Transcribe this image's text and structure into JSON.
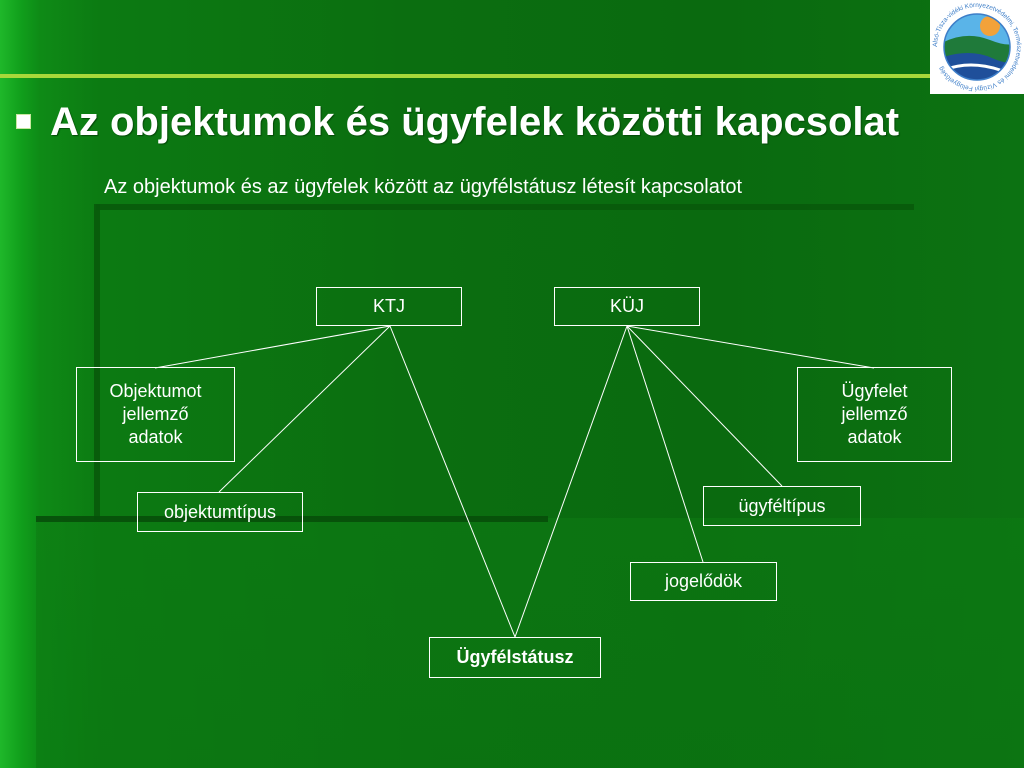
{
  "slide": {
    "title": "Az objektumok és ügyfelek közötti kapcsolat",
    "subtitle": "Az objektumok és az ügyfelek között az ügyfélstátusz létesít kapcsolatot"
  },
  "logo": {
    "icon": "organization-seal-icon",
    "text": "Alsó-Tisza-vidéki Környezetvédelmi, Természetvédelmi és Vízügyi Felügyelőség",
    "colors": {
      "sky": "#5ab4e8",
      "sun": "#f2a23a",
      "land": "#1f7a3a",
      "water": "#1f4f9a",
      "ring": "#3d7ec8"
    }
  },
  "diagram": {
    "nodes": {
      "ktj": "KTJ",
      "kuj": "KÜJ",
      "objektum_adatok": "Objektumot\njellemző\nadatok",
      "objektumtipus": "objektumtípus",
      "ugyfel_adatok": "Ügyfelet\njellemző\nadatok",
      "ugyfeltipus": "ügyféltípus",
      "jogelodok": "jogelődök",
      "ugyfelstatusz": "Ügyfélstátusz"
    },
    "edges": [
      {
        "from": "ktj",
        "to": "objektum_adatok"
      },
      {
        "from": "ktj",
        "to": "objektumtipus"
      },
      {
        "from": "ktj",
        "to": "ugyfelstatusz"
      },
      {
        "from": "kuj",
        "to": "ugyfelstatusz"
      },
      {
        "from": "kuj",
        "to": "jogelodok"
      },
      {
        "from": "kuj",
        "to": "ugyfeltipus"
      },
      {
        "from": "kuj",
        "to": "ugyfel_adatok"
      }
    ]
  },
  "colors": {
    "background": "#0b6e10",
    "accent_rule": "#a8d83a",
    "line": "#ffffff"
  }
}
